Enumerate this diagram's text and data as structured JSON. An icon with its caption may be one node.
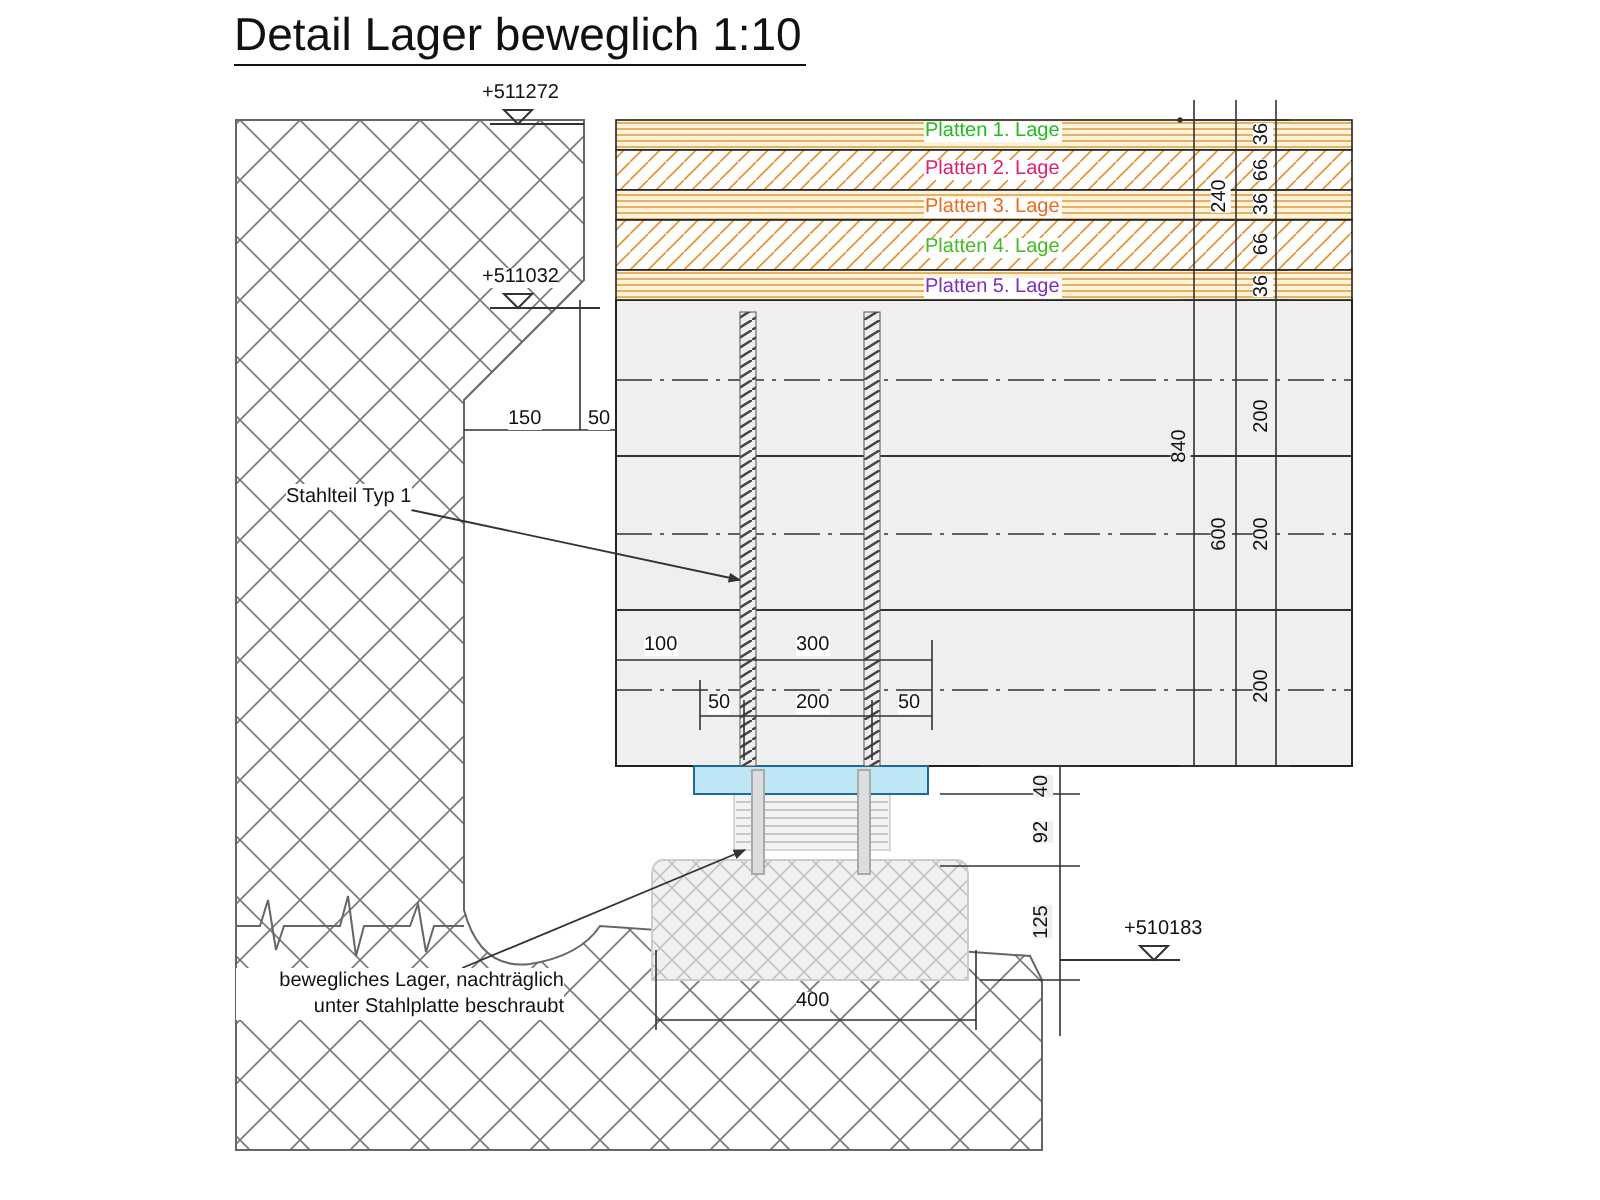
{
  "diagram": {
    "title": "Detail Lager beweglich 1:10",
    "nodes": [
      {
        "text": [
          "Stahlteil Typ 1"
        ]
      },
      {
        "text": [],
        "shape": "bar"
      },
      {
        "text": [
          "bewegliches Lager, nachträglich unter Stahlplatte beschraubt"
        ]
      },
      {
        "text": [],
        "shape": "box"
      }
    ],
    "edges": [
      {
        "from": 0,
        "to": 1,
        "arrow": "to"
      },
      {
        "from": 2,
        "to": 3,
        "arrow": "to"
      }
    ],
    "labels": [
      "+511272",
      "Platten 1. Lage",
      "Platten 2. Lage",
      "Platten 3. Lage",
      "Platten 4. Lage",
      "Platten 5. Lage",
      "36",
      "66",
      "36",
      "66",
      "36",
      "240",
      "+511032",
      "200",
      "840",
      "600",
      "200",
      "200",
      "150",
      "50",
      "100",
      "300",
      "50",
      "200",
      "50",
      "40",
      "92",
      "125",
      "+510183",
      "400"
    ]
  }
}
